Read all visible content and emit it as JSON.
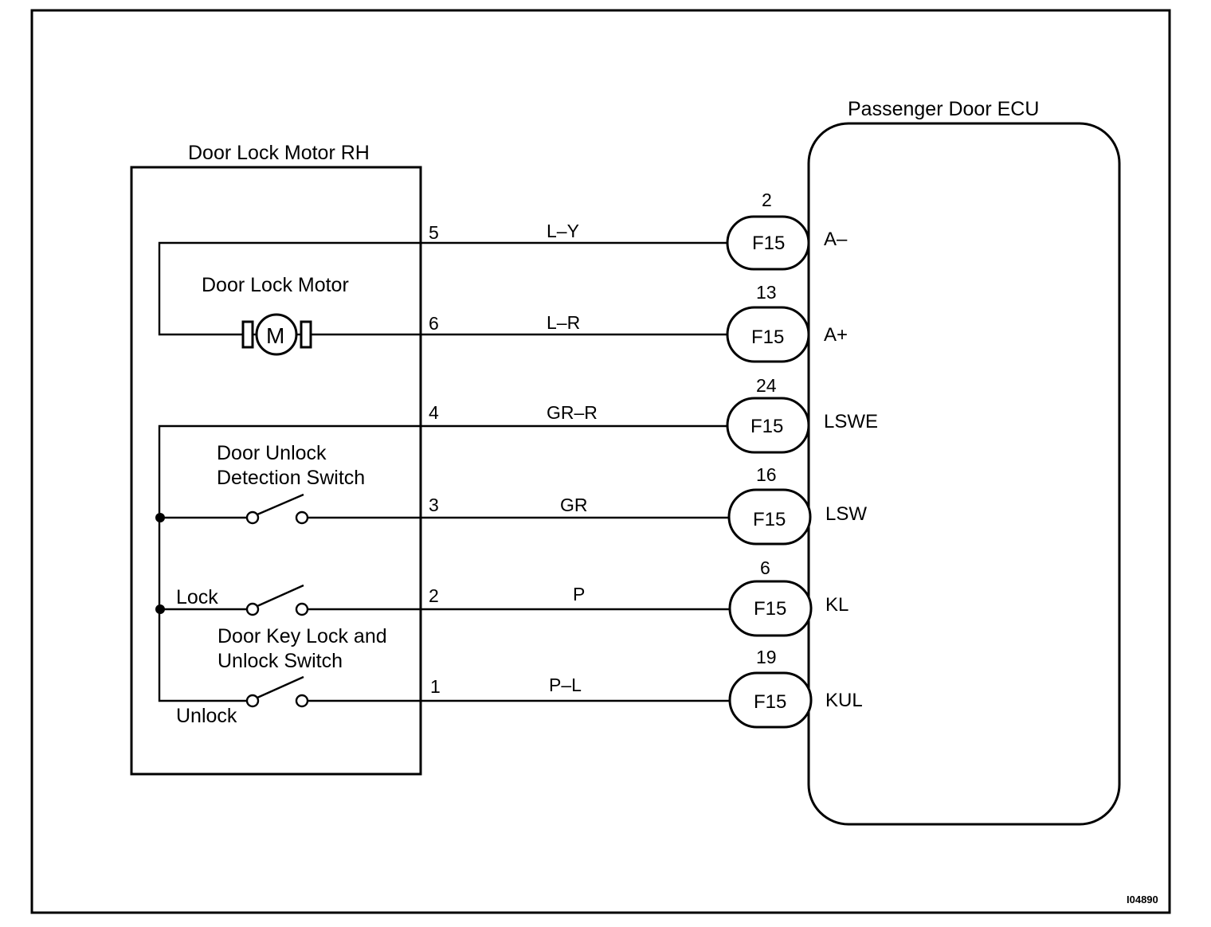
{
  "diagram": {
    "motor_rh": {
      "title": "Door Lock Motor RH",
      "motor_label": "Door Lock Motor",
      "motor_symbol": "M",
      "unlock_detection_switch": [
        "Door Unlock",
        "Detection Switch"
      ],
      "key_switch": [
        "Door Key Lock and",
        "Unlock Switch"
      ],
      "lock_label": "Lock",
      "unlock_label": "Unlock"
    },
    "ecu": {
      "title": "Passenger Door ECU"
    },
    "wires": [
      {
        "pin": "5",
        "color": "L–Y",
        "connector": "F15",
        "ecu_pin": "2",
        "signal": "A–"
      },
      {
        "pin": "6",
        "color": "L–R",
        "connector": "F15",
        "ecu_pin": "13",
        "signal": "A+"
      },
      {
        "pin": "4",
        "color": "GR–R",
        "connector": "F15",
        "ecu_pin": "24",
        "signal": "LSWE"
      },
      {
        "pin": "3",
        "color": "GR",
        "connector": "F15",
        "ecu_pin": "16",
        "signal": "LSW"
      },
      {
        "pin": "2",
        "color": "P",
        "connector": "F15",
        "ecu_pin": "6",
        "signal": "KL"
      },
      {
        "pin": "1",
        "color": "P–L",
        "connector": "F15",
        "ecu_pin": "19",
        "signal": "KUL"
      }
    ],
    "reference_code": "I04890"
  }
}
